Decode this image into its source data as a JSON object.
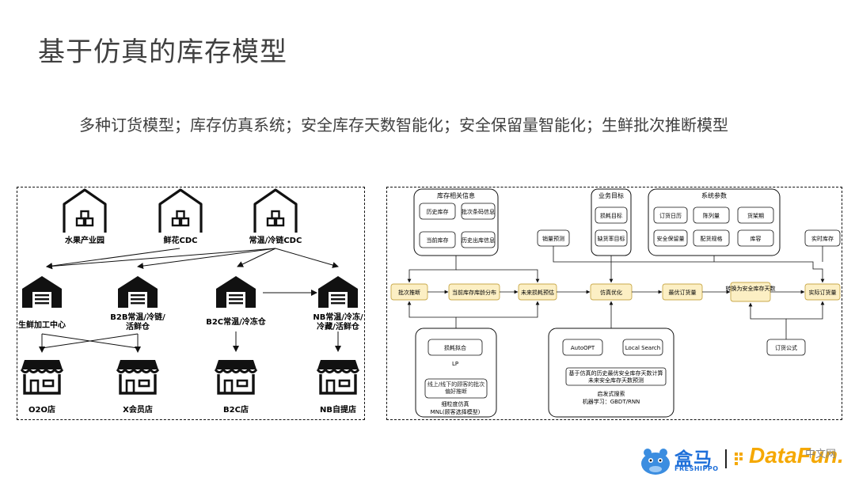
{
  "title": "基于仿真的库存模型",
  "subtitle": "多种订货模型；库存仿真系统；安全库存天数智能化；安全保留量智能化；生鲜批次推断模型",
  "left_diagram": {
    "warehouses": [
      "水果产业园",
      "鲜花CDC",
      "常温/冷链CDC"
    ],
    "centers": [
      {
        "line1": "生鲜加工中心",
        "line2": ""
      },
      {
        "line1": "B2B常温/冷链/",
        "line2": "活鲜仓"
      },
      {
        "line1": "B2C常温/冷冻仓",
        "line2": ""
      },
      {
        "line1": "NB常温/冷冻/",
        "line2": "冷藏/活鲜仓"
      }
    ],
    "stores": [
      "O2O店",
      "X会员店",
      "B2C店",
      "NB自提店"
    ]
  },
  "right_diagram": {
    "inventory_info": {
      "title": "库存相关信息",
      "items": [
        "历史库存",
        "批次条码信息",
        "当前库存",
        "历史出库信息"
      ]
    },
    "business_goal": {
      "title": "业务目标",
      "items": [
        "损耗目标",
        "缺货率目标"
      ]
    },
    "system_params": {
      "title": "系统参数",
      "items": [
        "订货日历",
        "陈列量",
        "货架期",
        "安全保留量",
        "配货规格",
        "库容"
      ]
    },
    "sales_forecast": "销量预测",
    "realtime_stock": "实时库存",
    "flow": [
      "批次推断",
      "当前库存库龄分布",
      "未来损耗预估",
      "仿真优化",
      "最优订货量",
      "转换为安全库存天数",
      "实际订货量"
    ],
    "loss_box": {
      "fit": "损耗拟合",
      "lp": "LP",
      "preference": "线上/线下的顾客的批次偏好推断",
      "footer1": "细粒度仿真",
      "footer2": "MNL(顾客选择模型)"
    },
    "opt_box": {
      "autoopt": "AutoOPT",
      "local_search": "Local Search",
      "calc1": "基于仿真的历史最优安全库存天数计算",
      "calc2": "未来安全库存天数预测",
      "footer1": "启发式搜索",
      "footer2": "机器学习：GBDT/RNN"
    },
    "order_formula": "订货公式"
  },
  "brand": {
    "hema_cn": "盒马",
    "hema_en": "FRESHIPPO",
    "datafun": "DataFun.",
    "datafun_cn": "中文网"
  },
  "colors": {
    "flow_box_fill": "#fcefc4",
    "flow_box_stroke": "#c9a94b",
    "title_gray": "#404040",
    "hema_blue": "#1e6fd9",
    "datafun_orange": "#f5a800"
  }
}
